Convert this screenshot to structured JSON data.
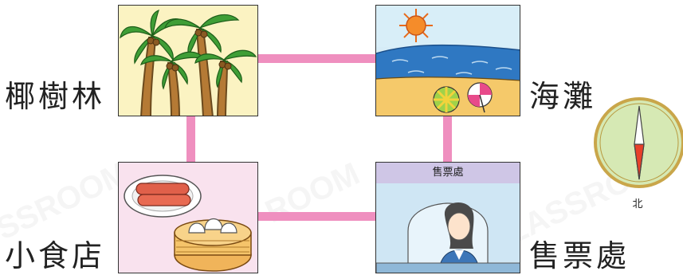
{
  "places": {
    "coconut_grove": "椰樹林",
    "beach": "海灘",
    "snack_shop": "小食店",
    "ticket_office": "售票處"
  },
  "ticket_booth_sign": "售票處",
  "compass": {
    "north_label": "北"
  },
  "colors": {
    "path": "#ef8fbf",
    "coconut_panel_bg": "#fbf3c2",
    "snack_panel_bg": "#f9e2ee",
    "compass_face": "#d6e9b4",
    "compass_ring": "#c9a64a"
  }
}
